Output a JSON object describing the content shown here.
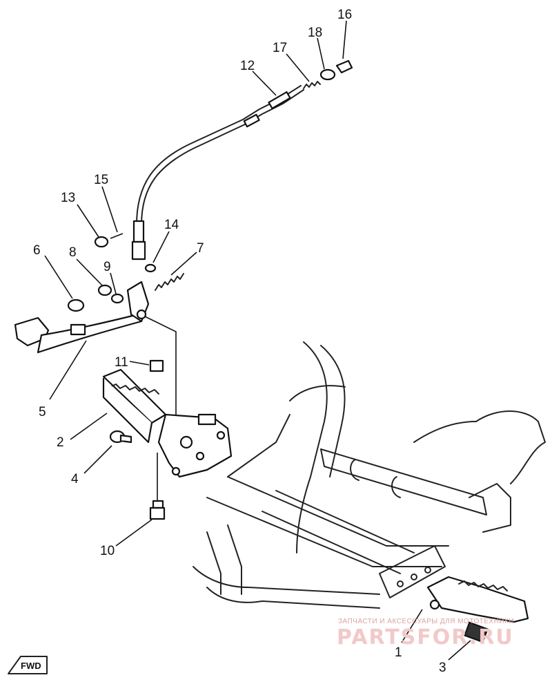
{
  "diagram": {
    "callouts": [
      "1",
      "2",
      "3",
      "4",
      "5",
      "6",
      "7",
      "8",
      "9",
      "10",
      "11",
      "12",
      "13",
      "14",
      "15",
      "16",
      "17",
      "18"
    ],
    "direction_marker": "FWD",
    "colors": {
      "line": "#111111",
      "background": "#ffffff",
      "watermark": "#f2c9c9"
    }
  },
  "watermark": {
    "top_line": "ЗАПЧАСТИ И АКСЕССУАРЫ ДЛЯ МОТОТЕХНИКИ",
    "brand": "PARTSFOR.RU"
  }
}
